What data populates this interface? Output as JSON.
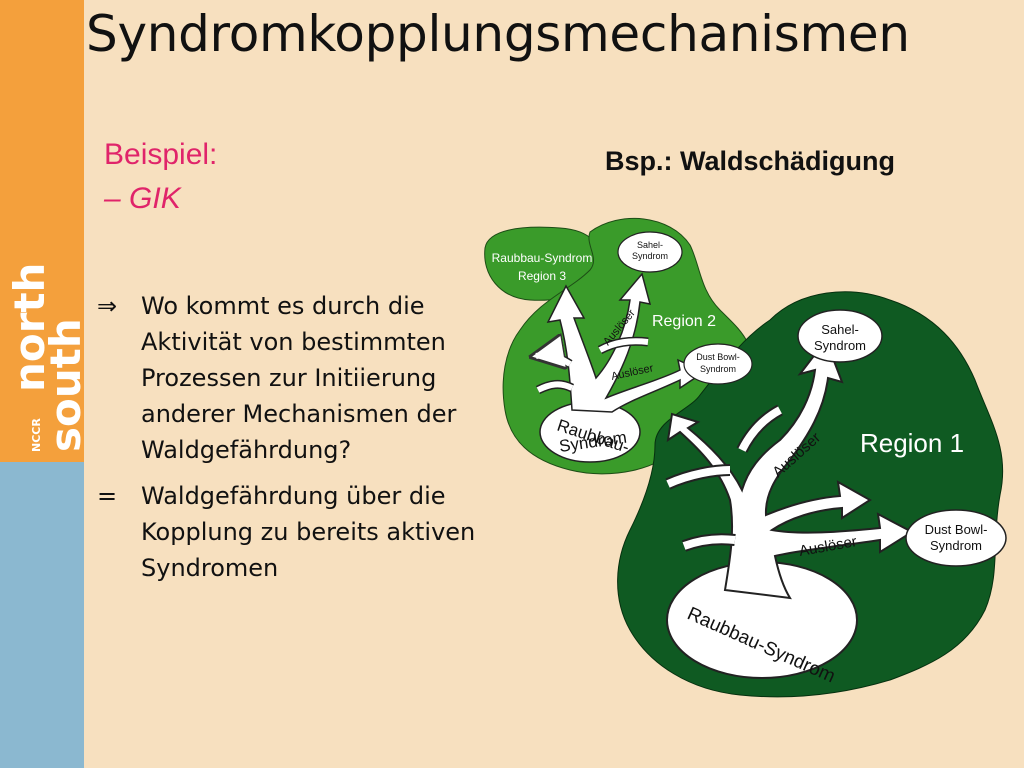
{
  "sidebar": {
    "logo_brand": "NCCR",
    "logo_word1": "north",
    "logo_word2": "south",
    "color_top": "#f4a03c",
    "color_bottom": "#8bb8d0"
  },
  "slide": {
    "title": "Syndromkopplungsmechanismen",
    "beispiel": "Beispiel:",
    "gik": "– GIK",
    "bsp_title": "Bsp.: Waldschädigung",
    "bullets": [
      {
        "mark": "⇒",
        "text": "Wo kommt es durch die Aktivität von bestimmten Prozessen zur Initiierung anderer Mechanismen der Waldgefährdung?"
      },
      {
        "mark": "=",
        "text": "Waldgefährdung über die Kopplung zu bereits aktiven Syndromen"
      }
    ]
  },
  "diagram": {
    "region1_label": "Region 1",
    "region2_label": "Region 2",
    "region3_line1": "Raubbau-Syndrom",
    "region3_line2": "Region 3",
    "r1_root": "Raubbau-Syndrom",
    "r1_sahel_1": "Sahel-",
    "r1_sahel_2": "Syndrom",
    "r1_dust_1": "Dust Bowl-",
    "r1_dust_2": "Syndrom",
    "r1_ausloser_a": "Auslöser",
    "r1_ausloser_b": "Auslöser",
    "r2_root_1": "Raubbau-",
    "r2_root_2": "Syndrom",
    "r2_sahel_1": "Sahel-",
    "r2_sahel_2": "Syndrom",
    "r2_dust_1": "Dust Bowl-",
    "r2_dust_2": "Syndrom",
    "r2_ausloser_a": "Auslöser",
    "r2_ausloser_b": "Auslöser",
    "colors": {
      "region1": "#0f5a22",
      "region2": "#3a9b2a",
      "region3": "#3a9b2a",
      "tree": "#ffffff"
    }
  }
}
